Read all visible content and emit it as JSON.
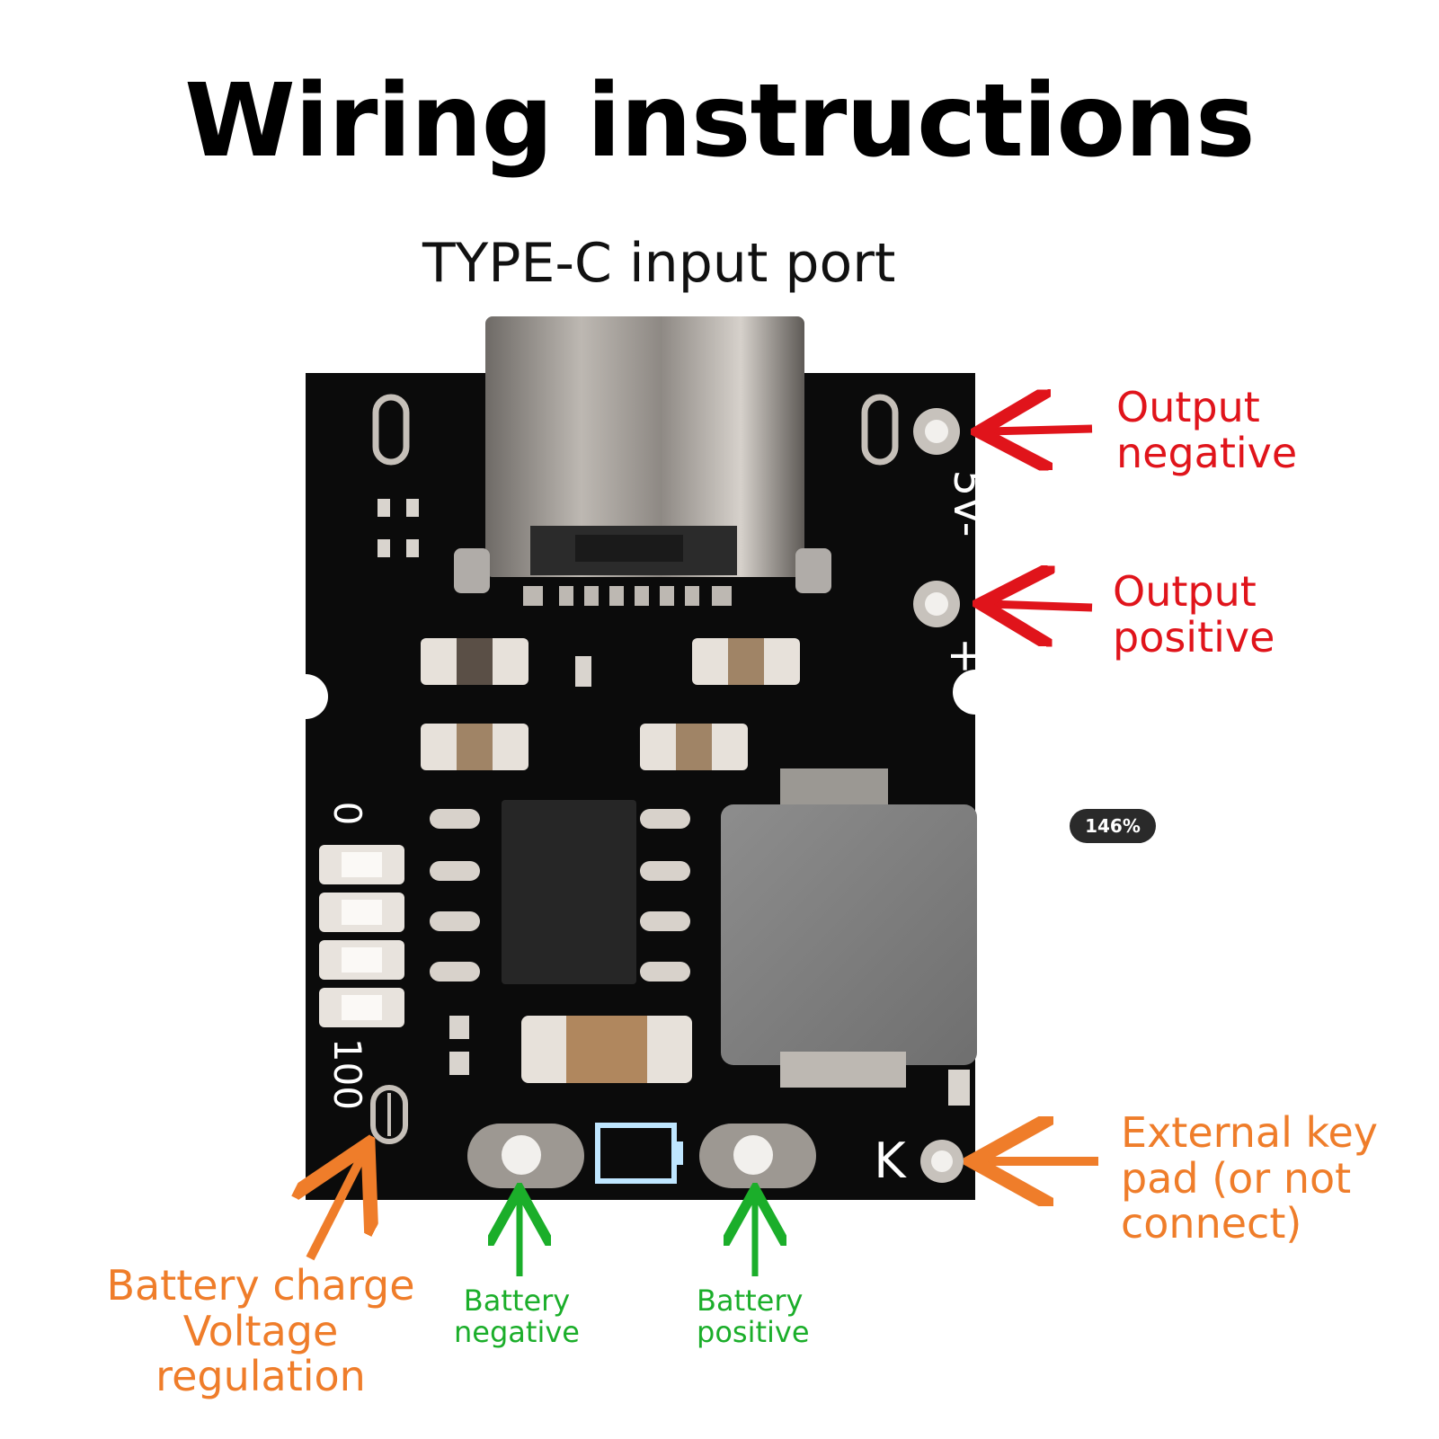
{
  "title": "Wiring instructions",
  "port_label": "TYPE-C input port",
  "labels": {
    "output_negative": [
      "Output",
      "negative"
    ],
    "output_positive": [
      "Output",
      "positive"
    ],
    "external_key": [
      "External key",
      "pad (or not",
      "connect)"
    ],
    "battery_charge": [
      "Battery charge",
      "Voltage regulation"
    ],
    "battery_negative": [
      "Battery",
      "negative"
    ],
    "battery_positive": [
      "Battery",
      "positive"
    ]
  },
  "silkscreen": {
    "pin_5v": "5V-",
    "pin_plus": "+",
    "level_low": "0",
    "level_high": "100",
    "key": "K"
  },
  "zoom_badge": "146%",
  "colors": {
    "output_arrows": "#e0141b",
    "orange_arrows": "#ef7d2a",
    "battery_arrows": "#1bae2a",
    "pcb": "#0b0b0b"
  }
}
